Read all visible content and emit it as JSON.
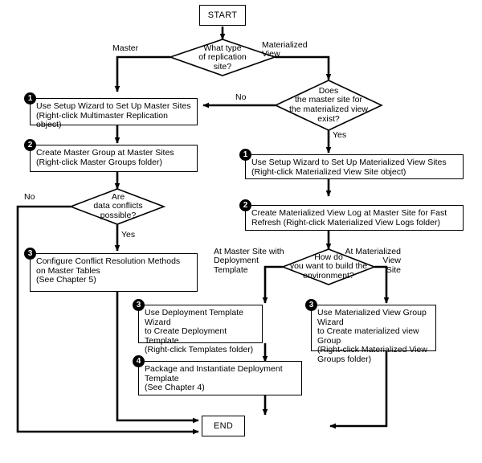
{
  "diagram": {
    "title": "Replication Setup Flowchart",
    "type": "flowchart",
    "stroke_color": "#000000",
    "fill_color": "#ffffff"
  },
  "terminals": {
    "start": "START",
    "end": "END"
  },
  "decisions": {
    "replication_type": "What type\nof replication\nsite?",
    "master_site_exists": "Does\nthe master site for\nthe materialized view\nexist?",
    "data_conflicts": "Are\ndata conflicts\npossible?",
    "build_environment": "How do\nyou want to build the\nenvironment?"
  },
  "branch_labels": {
    "master": "Master",
    "materialized_view": "Materialized\nView",
    "no_master_exists": "No",
    "yes_master_exists": "Yes",
    "no_conflicts": "No",
    "yes_conflicts": "Yes",
    "at_master_site_with_dt": "At Master Site with\nDeployment\nTemplate",
    "at_materialized_view_site": "At Materialized\nView\nSite"
  },
  "processes": [
    {
      "id": "master-sites-setup",
      "step": "1",
      "text": "Use Setup Wizard to Set Up Master Sites\n(Right-click Multimaster Replication object)"
    },
    {
      "id": "create-master-group",
      "step": "2",
      "text": "Create Master Group at Master Sites\n(Right-click Master Groups folder)"
    },
    {
      "id": "configure-conflict-resolution",
      "step": "3",
      "text": "Configure Conflict Resolution Methods\non Master Tables\n(See Chapter 5)"
    },
    {
      "id": "mv-sites-setup",
      "step": "1",
      "text": "Use Setup Wizard to Set Up Materialized View Sites\n(Right-click Materialized View Site object)"
    },
    {
      "id": "create-mv-log",
      "step": "2",
      "text": "Create Materialized View Log at Master Site for Fast\nRefresh (Right-click Materialized View Logs folder)"
    },
    {
      "id": "deployment-template-wizard",
      "step": "3",
      "text": "Use Deployment Template Wizard\nto Create Deployment Template\n(Right-click Templates folder)"
    },
    {
      "id": "mv-group-wizard",
      "step": "3",
      "text": "Use Materialized View Group Wizard\nto Create materialized view Group\n(Right-click Materialized View\nGroups folder)"
    },
    {
      "id": "package-instantiate",
      "step": "4",
      "text": "Package and Instantiate Deployment\nTemplate\n(See Chapter 4)"
    }
  ]
}
